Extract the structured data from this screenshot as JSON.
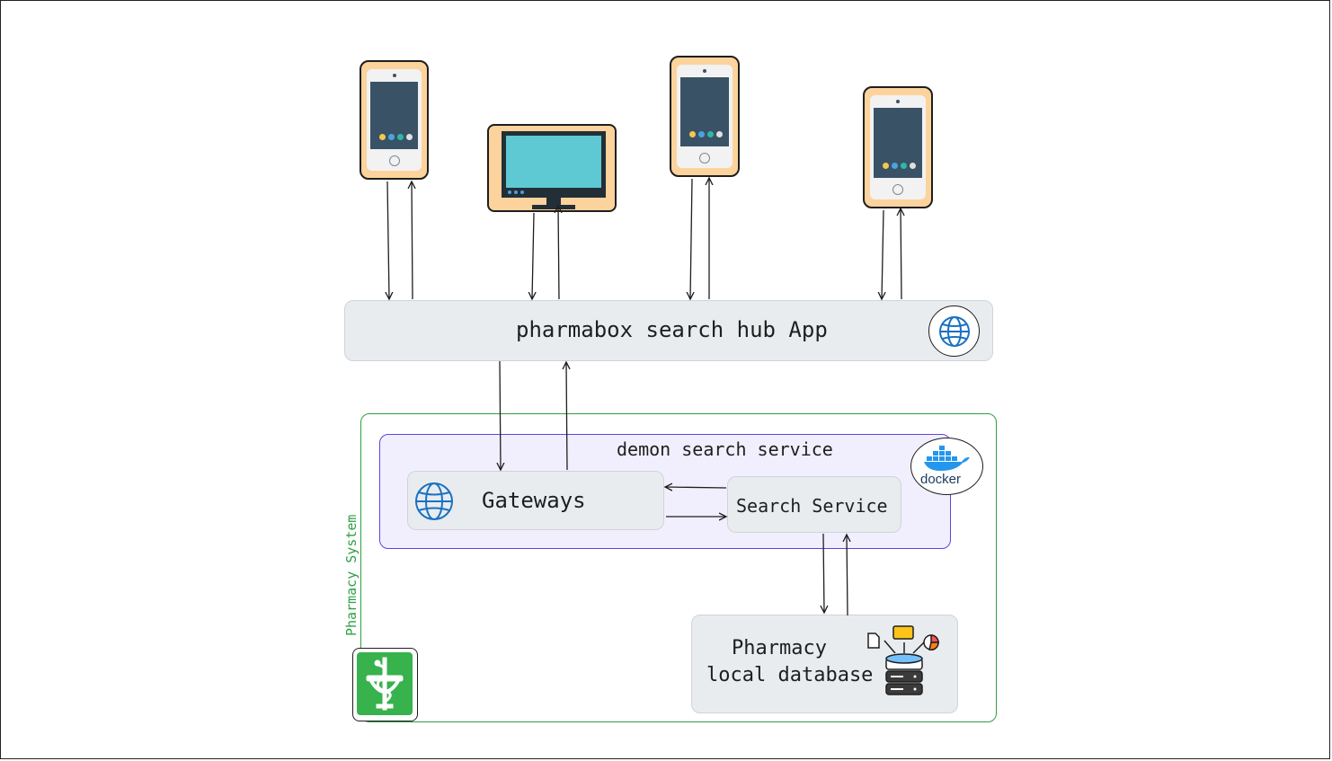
{
  "app_box": {
    "label": "pharmabox search hub App",
    "icon": "globe-icon"
  },
  "demon": {
    "label": "demon search service",
    "badge": "docker"
  },
  "gateways": {
    "label": "Gateways",
    "icon": "globe-icon"
  },
  "search_service": {
    "label": "Search Service"
  },
  "database": {
    "label_line1": "Pharmacy",
    "label_line2": "local database",
    "icon": "database-icon"
  },
  "pharmacy_system": {
    "label": "Pharmacy System",
    "icon": "pharmacy-caduceus-icon"
  },
  "colors": {
    "device_fill": "#fcd39c",
    "box_fill": "#e9ecef",
    "green": "#2f9e44",
    "purple": "#6741d9",
    "globe_blue": "#1971c2"
  }
}
